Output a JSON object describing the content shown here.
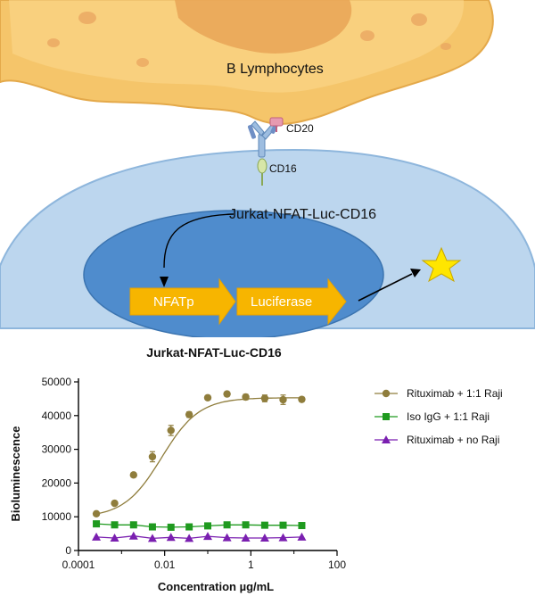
{
  "illustration": {
    "b_cell_label": "B Lymphocytes",
    "cd20_label": "CD20",
    "cd16_label": "CD16",
    "jurkat_label": "Jurkat-NFAT-Luc-CD16",
    "nfatp_label": "NFATp",
    "luciferase_label": "Luciferase",
    "colors": {
      "b_cell": "#f5c56a",
      "b_cell_light": "#fbd98e",
      "nucleus_b": "#e9a556",
      "jurkat_cell": "#bcd6ee",
      "jurkat_nucleus": "#4f8ccd",
      "arrow": "#f7b500",
      "star": "#ffe600"
    }
  },
  "chart_data": {
    "type": "scatter",
    "title": "Jurkat-NFAT-Luc-CD16",
    "xlabel": "Concentration µg/mL",
    "ylabel": "Bioluminescence",
    "x_scale": "log",
    "xlim": [
      0.0001,
      100
    ],
    "ylim": [
      0,
      50000
    ],
    "x_tick_labels": [
      "0.0001",
      "0.01",
      "1",
      "100"
    ],
    "y_tick_labels": [
      "0",
      "10000",
      "20000",
      "30000",
      "40000",
      "50000"
    ],
    "legend_position": "right",
    "series": [
      {
        "name": "Rituximab + 1:1 Raji",
        "color": "#8f7d3c",
        "marker": "circle",
        "fit": "sigmoid",
        "x": [
          0.00026,
          0.00069,
          0.0019,
          0.0052,
          0.014,
          0.037,
          0.1,
          0.28,
          0.76,
          2.1,
          5.6,
          15.2
        ],
        "y": [
          10900,
          14000,
          22400,
          27800,
          35600,
          40300,
          45300,
          46400,
          45500,
          45100,
          44700,
          44800
        ],
        "err": [
          600,
          600,
          600,
          1500,
          1500,
          800,
          600,
          500,
          800,
          1000,
          1400,
          600
        ]
      },
      {
        "name": "Iso IgG + 1:1 Raji",
        "color": "#1f9a1f",
        "marker": "square",
        "fit": "line",
        "x": [
          0.00026,
          0.00069,
          0.0019,
          0.0052,
          0.014,
          0.037,
          0.1,
          0.28,
          0.76,
          2.1,
          5.6,
          15.2
        ],
        "y": [
          7900,
          7600,
          7600,
          7000,
          6900,
          7000,
          7300,
          7600,
          7600,
          7500,
          7500,
          7400
        ]
      },
      {
        "name": "Rituximab + no Raji",
        "color": "#7a1fb0",
        "marker": "triangle",
        "fit": "line",
        "x": [
          0.00026,
          0.00069,
          0.0019,
          0.0052,
          0.014,
          0.037,
          0.1,
          0.28,
          0.76,
          2.1,
          5.6,
          15.2
        ],
        "y": [
          4000,
          3700,
          4300,
          3600,
          3900,
          3600,
          4200,
          3800,
          3700,
          3700,
          3800,
          4000
        ]
      }
    ]
  }
}
